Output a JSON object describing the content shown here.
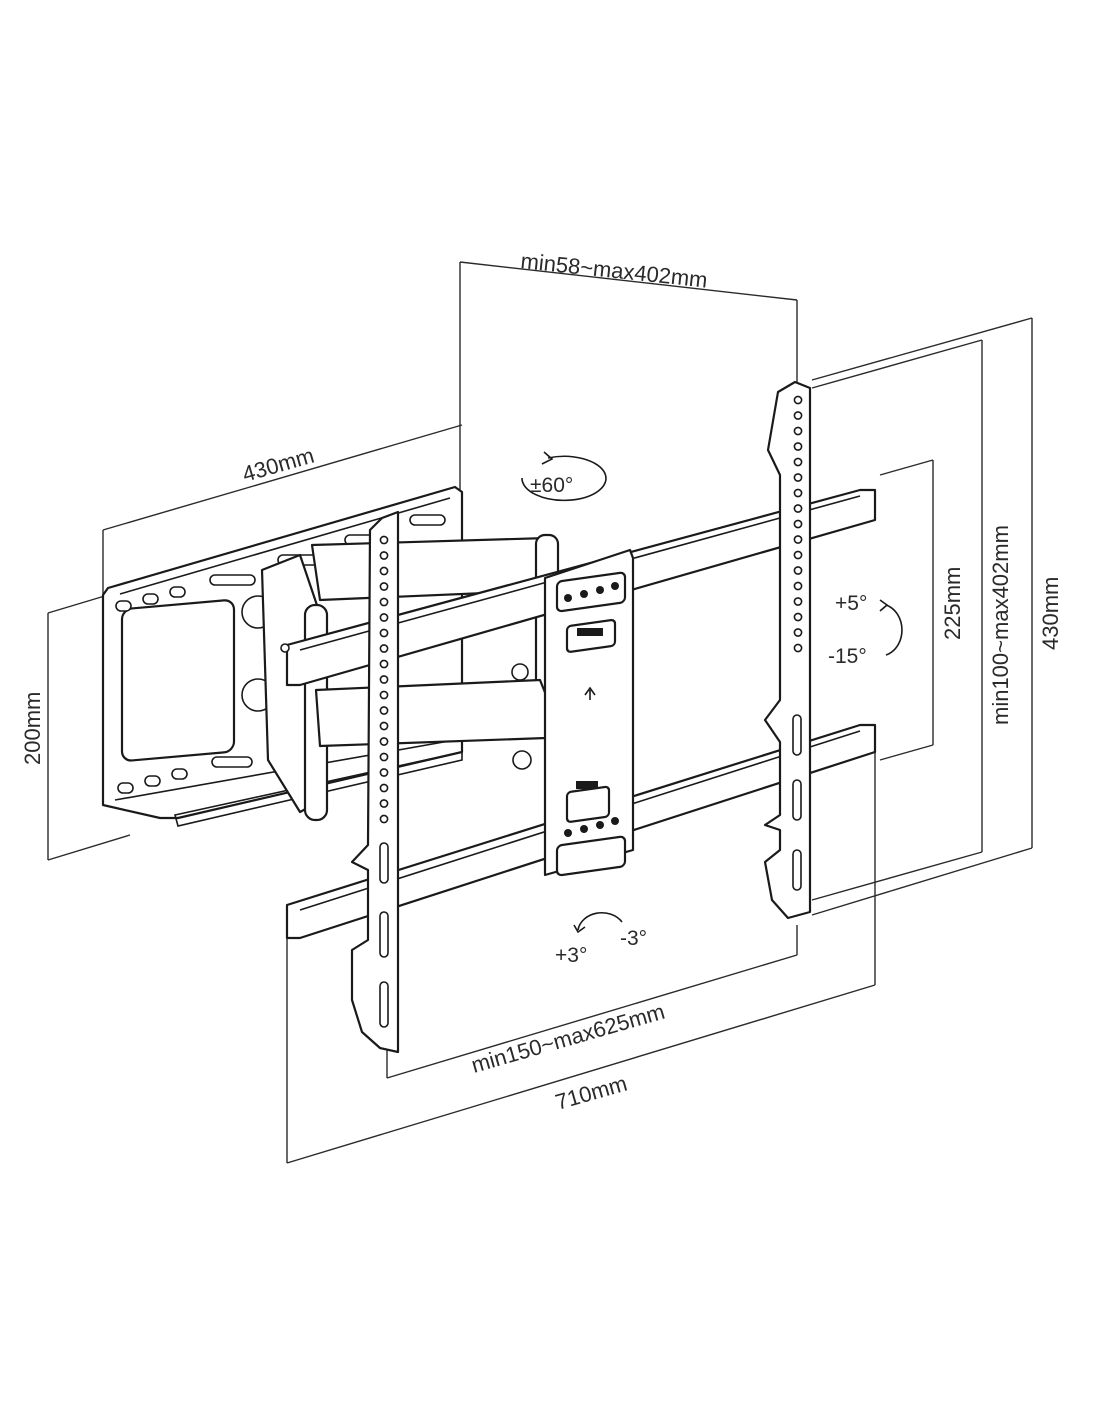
{
  "dimensions": {
    "depth": "min58~max402mm",
    "wall_plate_width": "430mm",
    "wall_plate_height": "200mm",
    "vertical_hole_spacing": "225mm",
    "vertical_range": "min100~max402mm",
    "bracket_height": "430mm",
    "horizontal_range": "min150~max625mm",
    "bracket_width": "710mm"
  },
  "angles": {
    "swivel": "±60°",
    "tilt_up": "+5°",
    "tilt_down": "-15°",
    "level_plus": "+3°",
    "level_minus": "-3°"
  }
}
